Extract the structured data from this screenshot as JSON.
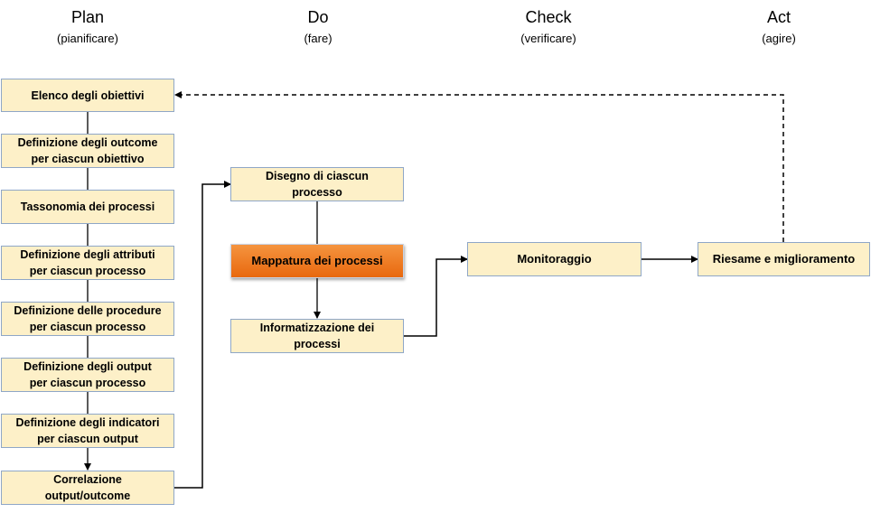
{
  "phases": {
    "plan": {
      "title": "Plan",
      "subtitle": "(pianificare)"
    },
    "do": {
      "title": "Do",
      "subtitle": "(fare)"
    },
    "check": {
      "title": "Check",
      "subtitle": "(verificare)"
    },
    "act": {
      "title": "Act",
      "subtitle": "(agire)"
    }
  },
  "plan_steps": [
    {
      "line1": "Elenco degli obiettivi",
      "line2": ""
    },
    {
      "line1": "Definizione degli outcome",
      "line2": "per ciascun obiettivo"
    },
    {
      "line1": "Tassonomia dei processi",
      "line2": ""
    },
    {
      "line1": "Definizione degli attributi",
      "line2": "per ciascun processo"
    },
    {
      "line1": "Definizione delle procedure",
      "line2": "per ciascun processo"
    },
    {
      "line1": "Definizione degli output",
      "line2": "per ciascun processo"
    },
    {
      "line1": "Definizione degli indicatori",
      "line2": "per ciascun output"
    },
    {
      "line1": "Correlazione",
      "line2": "output/outcome"
    }
  ],
  "do_steps": [
    {
      "line1": "Disegno di ciascun",
      "line2": "processo"
    },
    {
      "line1": "Mappatura dei processi",
      "line2": ""
    },
    {
      "line1": "Informatizzazione dei",
      "line2": "processi"
    }
  ],
  "check_step": {
    "line1": "Monitoraggio"
  },
  "act_step": {
    "line1": "Riesame e miglioramento"
  },
  "colors": {
    "box_fill": "#fdf0c8",
    "box_border": "#8fa7c7",
    "highlight": "#ee7a1f",
    "line": "#000000"
  }
}
